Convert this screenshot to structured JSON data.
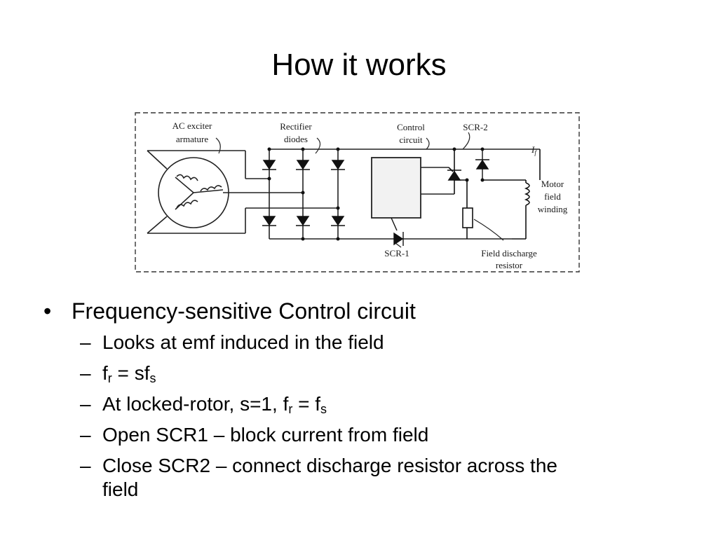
{
  "slide": {
    "title": "How it works"
  },
  "diagram": {
    "labels": {
      "ac_exciter_1": "AC exciter",
      "ac_exciter_2": "armature",
      "rectifier_1": "Rectifier",
      "rectifier_2": "diodes",
      "control_1": "Control",
      "control_2": "circuit",
      "scr2": "SCR-2",
      "if_main": "I",
      "if_sub": "f",
      "motor_1": "Motor",
      "motor_2": "field",
      "motor_3": "winding",
      "scr1": "SCR-1",
      "discharge_1": "Field discharge",
      "discharge_2": "resistor"
    }
  },
  "bullets": {
    "main": "Frequency-sensitive Control circuit",
    "sub1": "Looks at emf induced in the field",
    "sub2": {
      "f": "f",
      "r": "r",
      "eq": " = sf",
      "s": "s"
    },
    "sub3": {
      "pre": "At locked-rotor, s=1, f",
      "r": "r",
      "eq": " = f",
      "s": "s"
    },
    "sub4": "Open SCR1 – block current from field",
    "sub5_line1": "Close SCR2 – connect discharge resistor across the",
    "sub5_line2": "field"
  },
  "glyphs": {
    "bullet": "•",
    "dash": "–"
  }
}
